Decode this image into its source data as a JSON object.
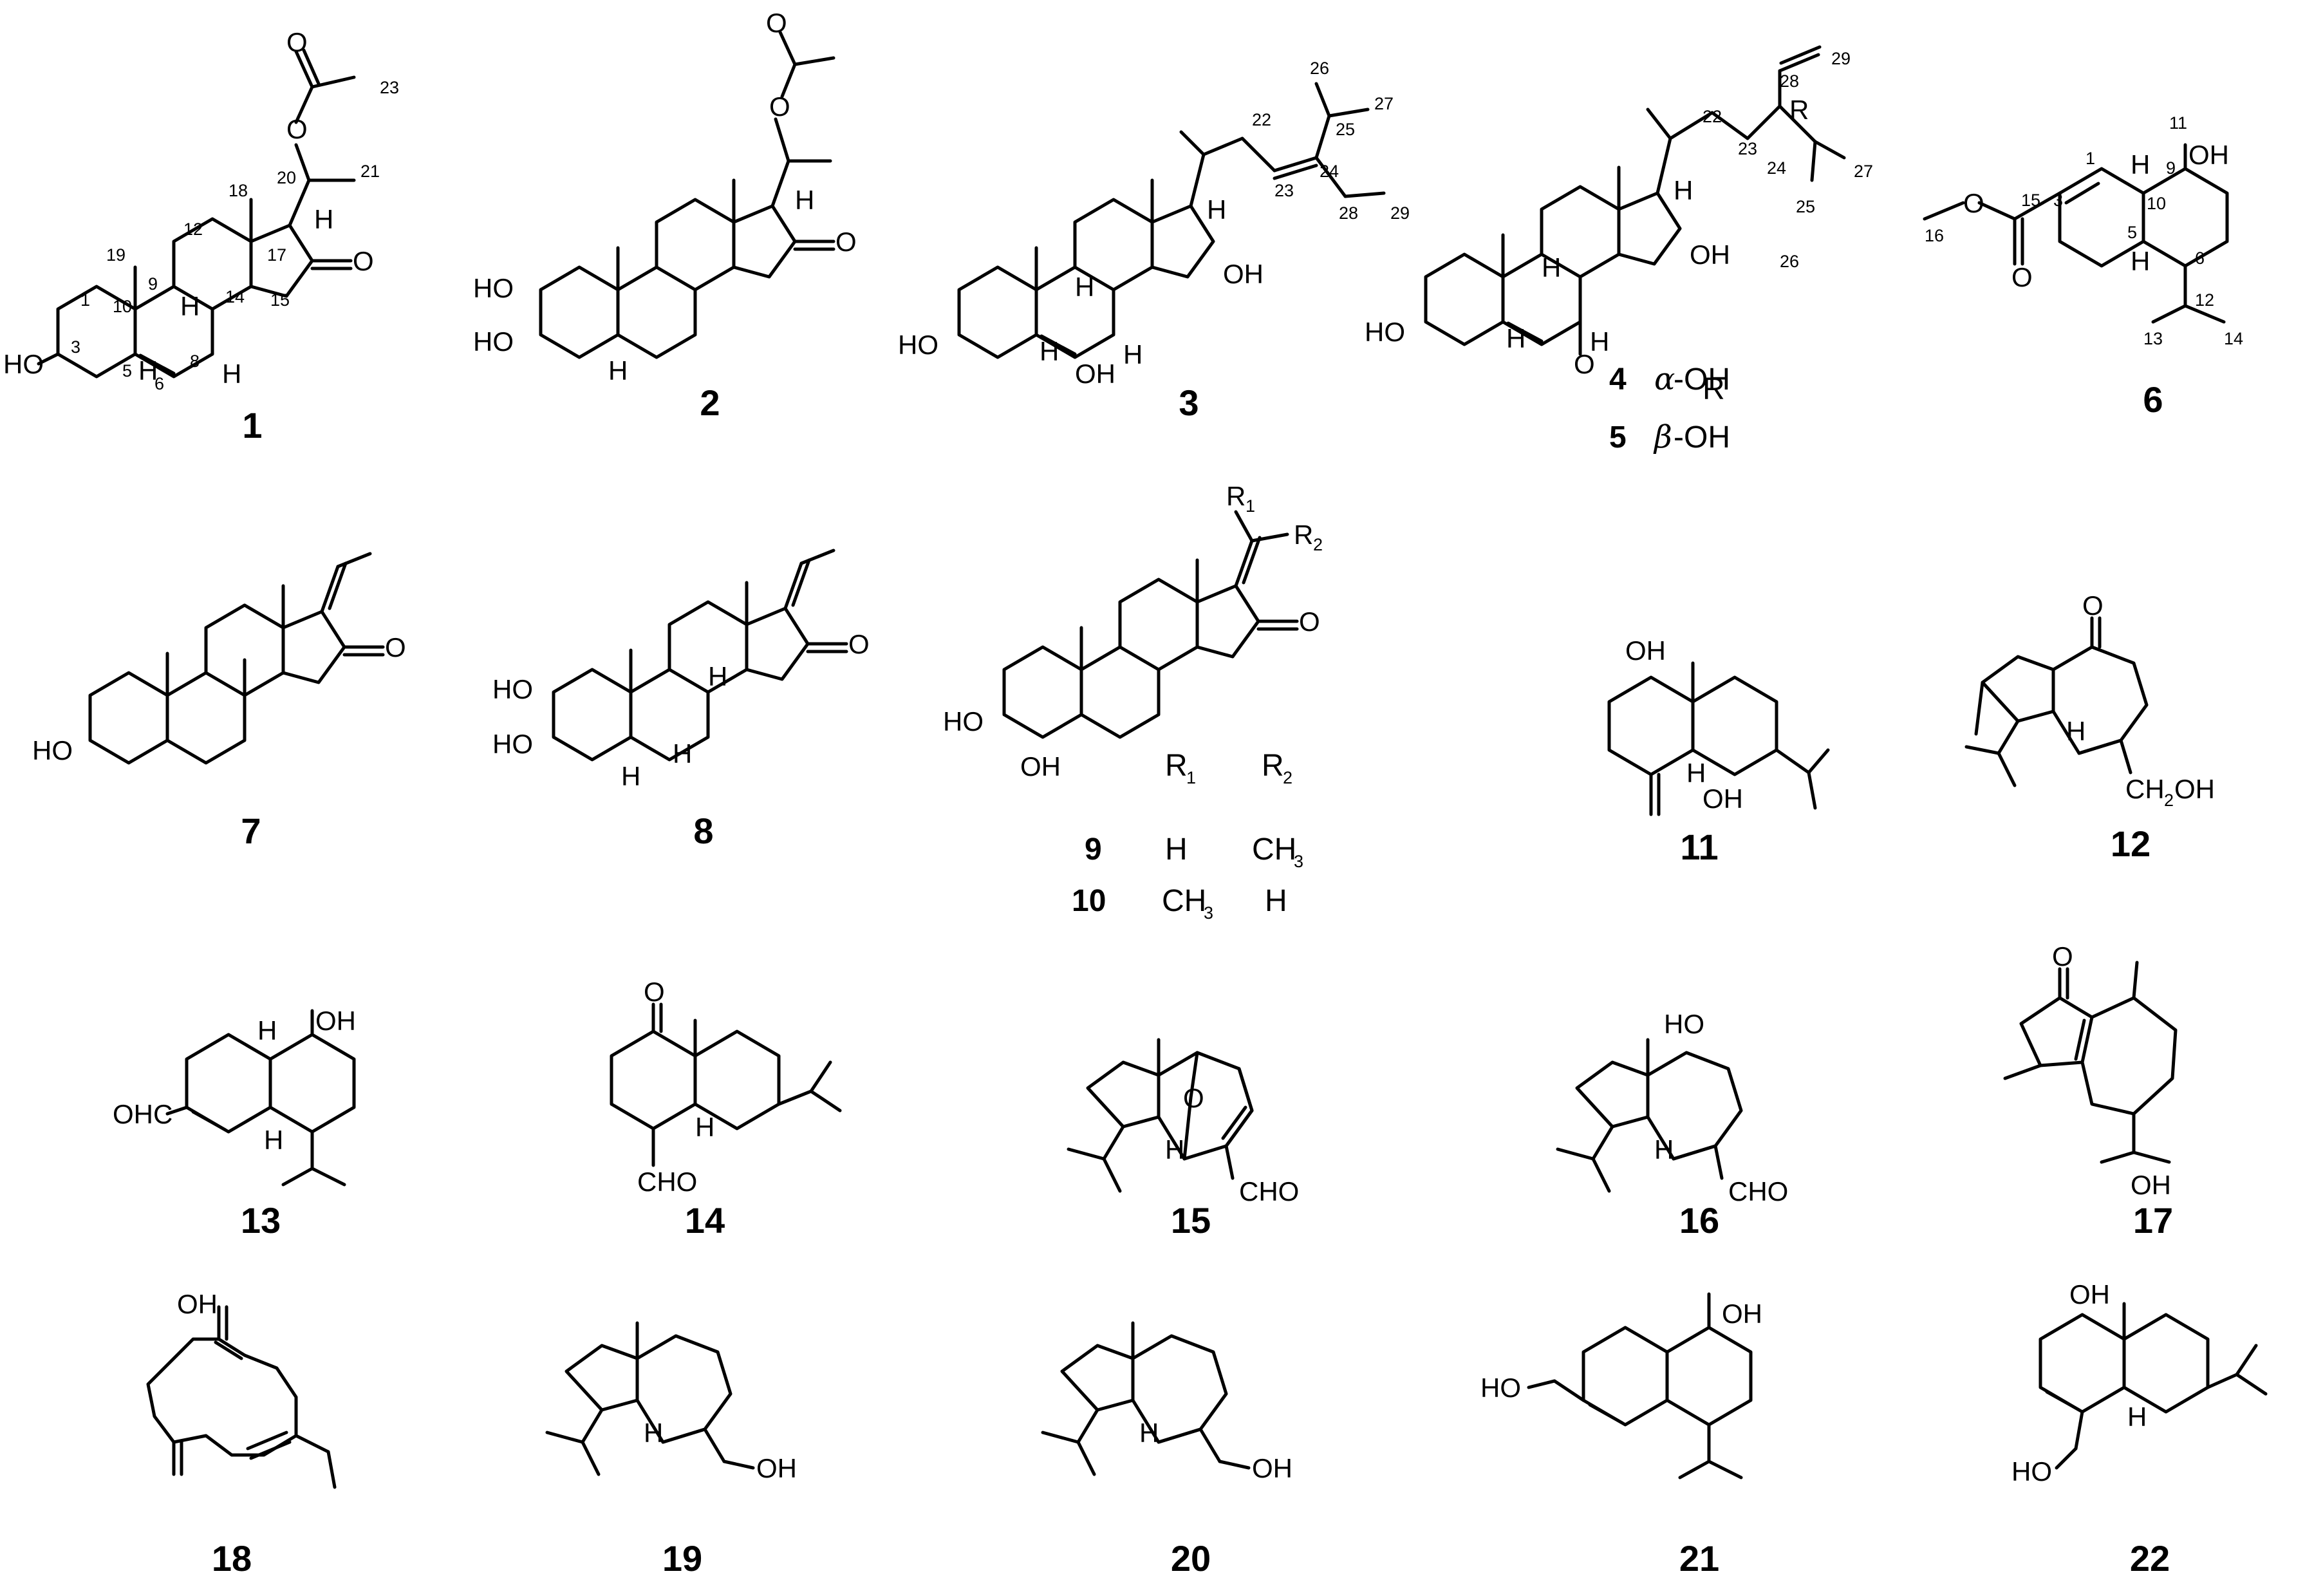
{
  "figure": {
    "compounds": [
      {
        "id": "1",
        "label": "1"
      },
      {
        "id": "2",
        "label": "2"
      },
      {
        "id": "3",
        "label": "3"
      },
      {
        "id": "4",
        "label": "4"
      },
      {
        "id": "5",
        "label": "5"
      },
      {
        "id": "6",
        "label": "6"
      },
      {
        "id": "7",
        "label": "7"
      },
      {
        "id": "8",
        "label": "8"
      },
      {
        "id": "9",
        "label": "9"
      },
      {
        "id": "10",
        "label": "10"
      },
      {
        "id": "11",
        "label": "11"
      },
      {
        "id": "12",
        "label": "12"
      },
      {
        "id": "13",
        "label": "13"
      },
      {
        "id": "14",
        "label": "14"
      },
      {
        "id": "15",
        "label": "15"
      },
      {
        "id": "16",
        "label": "16"
      },
      {
        "id": "17",
        "label": "17"
      },
      {
        "id": "18",
        "label": "18"
      },
      {
        "id": "19",
        "label": "19"
      },
      {
        "id": "20",
        "label": "20"
      },
      {
        "id": "21",
        "label": "21"
      },
      {
        "id": "22",
        "label": "22"
      }
    ],
    "atoms": {
      "OH": "OH",
      "HO": "HO",
      "O": "O",
      "H": "H",
      "CHO": "CHO",
      "OHC": "OHC",
      "R": "R"
    },
    "legend_45": {
      "header": "R",
      "row4": {
        "num": "4",
        "greek": "α",
        "text": "-OH"
      },
      "row5": {
        "num": "5",
        "greek": "β",
        "text": "-OH"
      }
    },
    "legend_910": {
      "h1": "R",
      "h1sub": "1",
      "h2": "R",
      "h2sub": "2",
      "row9": {
        "num": "9",
        "r1": "H",
        "r2": "CH",
        "r2sub": "3"
      },
      "row10": {
        "num": "10",
        "r1": "CH",
        "r1sub": "3",
        "r2": "H"
      }
    },
    "substituents_910": {
      "r1": "R",
      "r1sub": "1",
      "r2": "R",
      "r2sub": "2"
    },
    "ch2oh": {
      "main": "CH",
      "sub": "2",
      "tail": "OH"
    },
    "locants_1": [
      "1",
      "3",
      "5",
      "6",
      "8",
      "9",
      "10",
      "12",
      "14",
      "15",
      "17",
      "18",
      "19",
      "20",
      "21",
      "23"
    ],
    "locants_3": [
      "22",
      "23",
      "24",
      "25",
      "26",
      "27",
      "28",
      "29"
    ],
    "locants_4": [
      "22",
      "23",
      "24",
      "25",
      "26",
      "27",
      "28",
      "29"
    ],
    "locants_6": [
      "1",
      "3",
      "5",
      "6",
      "9",
      "10",
      "11",
      "12",
      "13",
      "14",
      "15",
      "16"
    ]
  }
}
